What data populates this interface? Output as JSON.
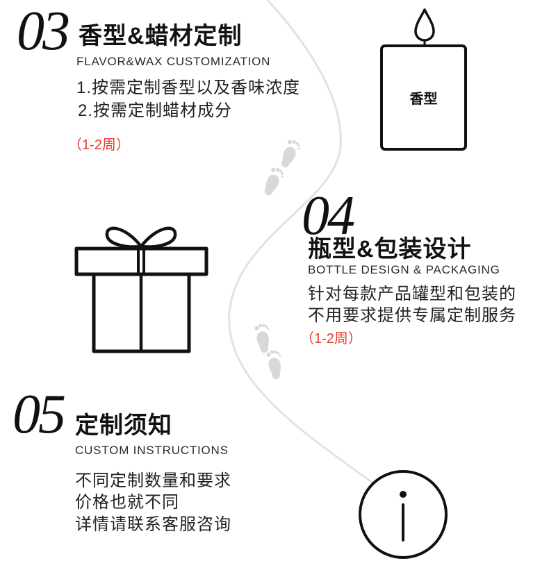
{
  "colors": {
    "background": "#ffffff",
    "text": "#111111",
    "accent": "#e8392e",
    "path": "#e2e2e2",
    "footprint": "#d8d8d8"
  },
  "steps": [
    {
      "number": "03",
      "title": "香型&蜡材定制",
      "subtitle": "FLAVOR&WAX CUSTOMIZATION",
      "lines": [
        "1.按需定制香型以及香味浓度",
        "2.按需定制蜡材成分"
      ],
      "duration": "（1-2周）",
      "icon": "candle-icon",
      "icon_label": "香型"
    },
    {
      "number": "04",
      "title": "瓶型&包装设计",
      "subtitle": "BOTTLE DESIGN & PACKAGING",
      "lines": [
        "针对每款产品罐型和包装的",
        "不用要求提供专属定制服务"
      ],
      "duration": "（1-2周）",
      "icon": "gift-box-icon"
    },
    {
      "number": "05",
      "title": "定制须知",
      "subtitle": "CUSTOM INSTRUCTIONS",
      "lines": [
        "不同定制数量和要求",
        "价格也就不同",
        "详情请联系客服咨询"
      ],
      "icon": "info-icon"
    }
  ],
  "decorations": {
    "footprint_icon": "footprint-icon"
  }
}
